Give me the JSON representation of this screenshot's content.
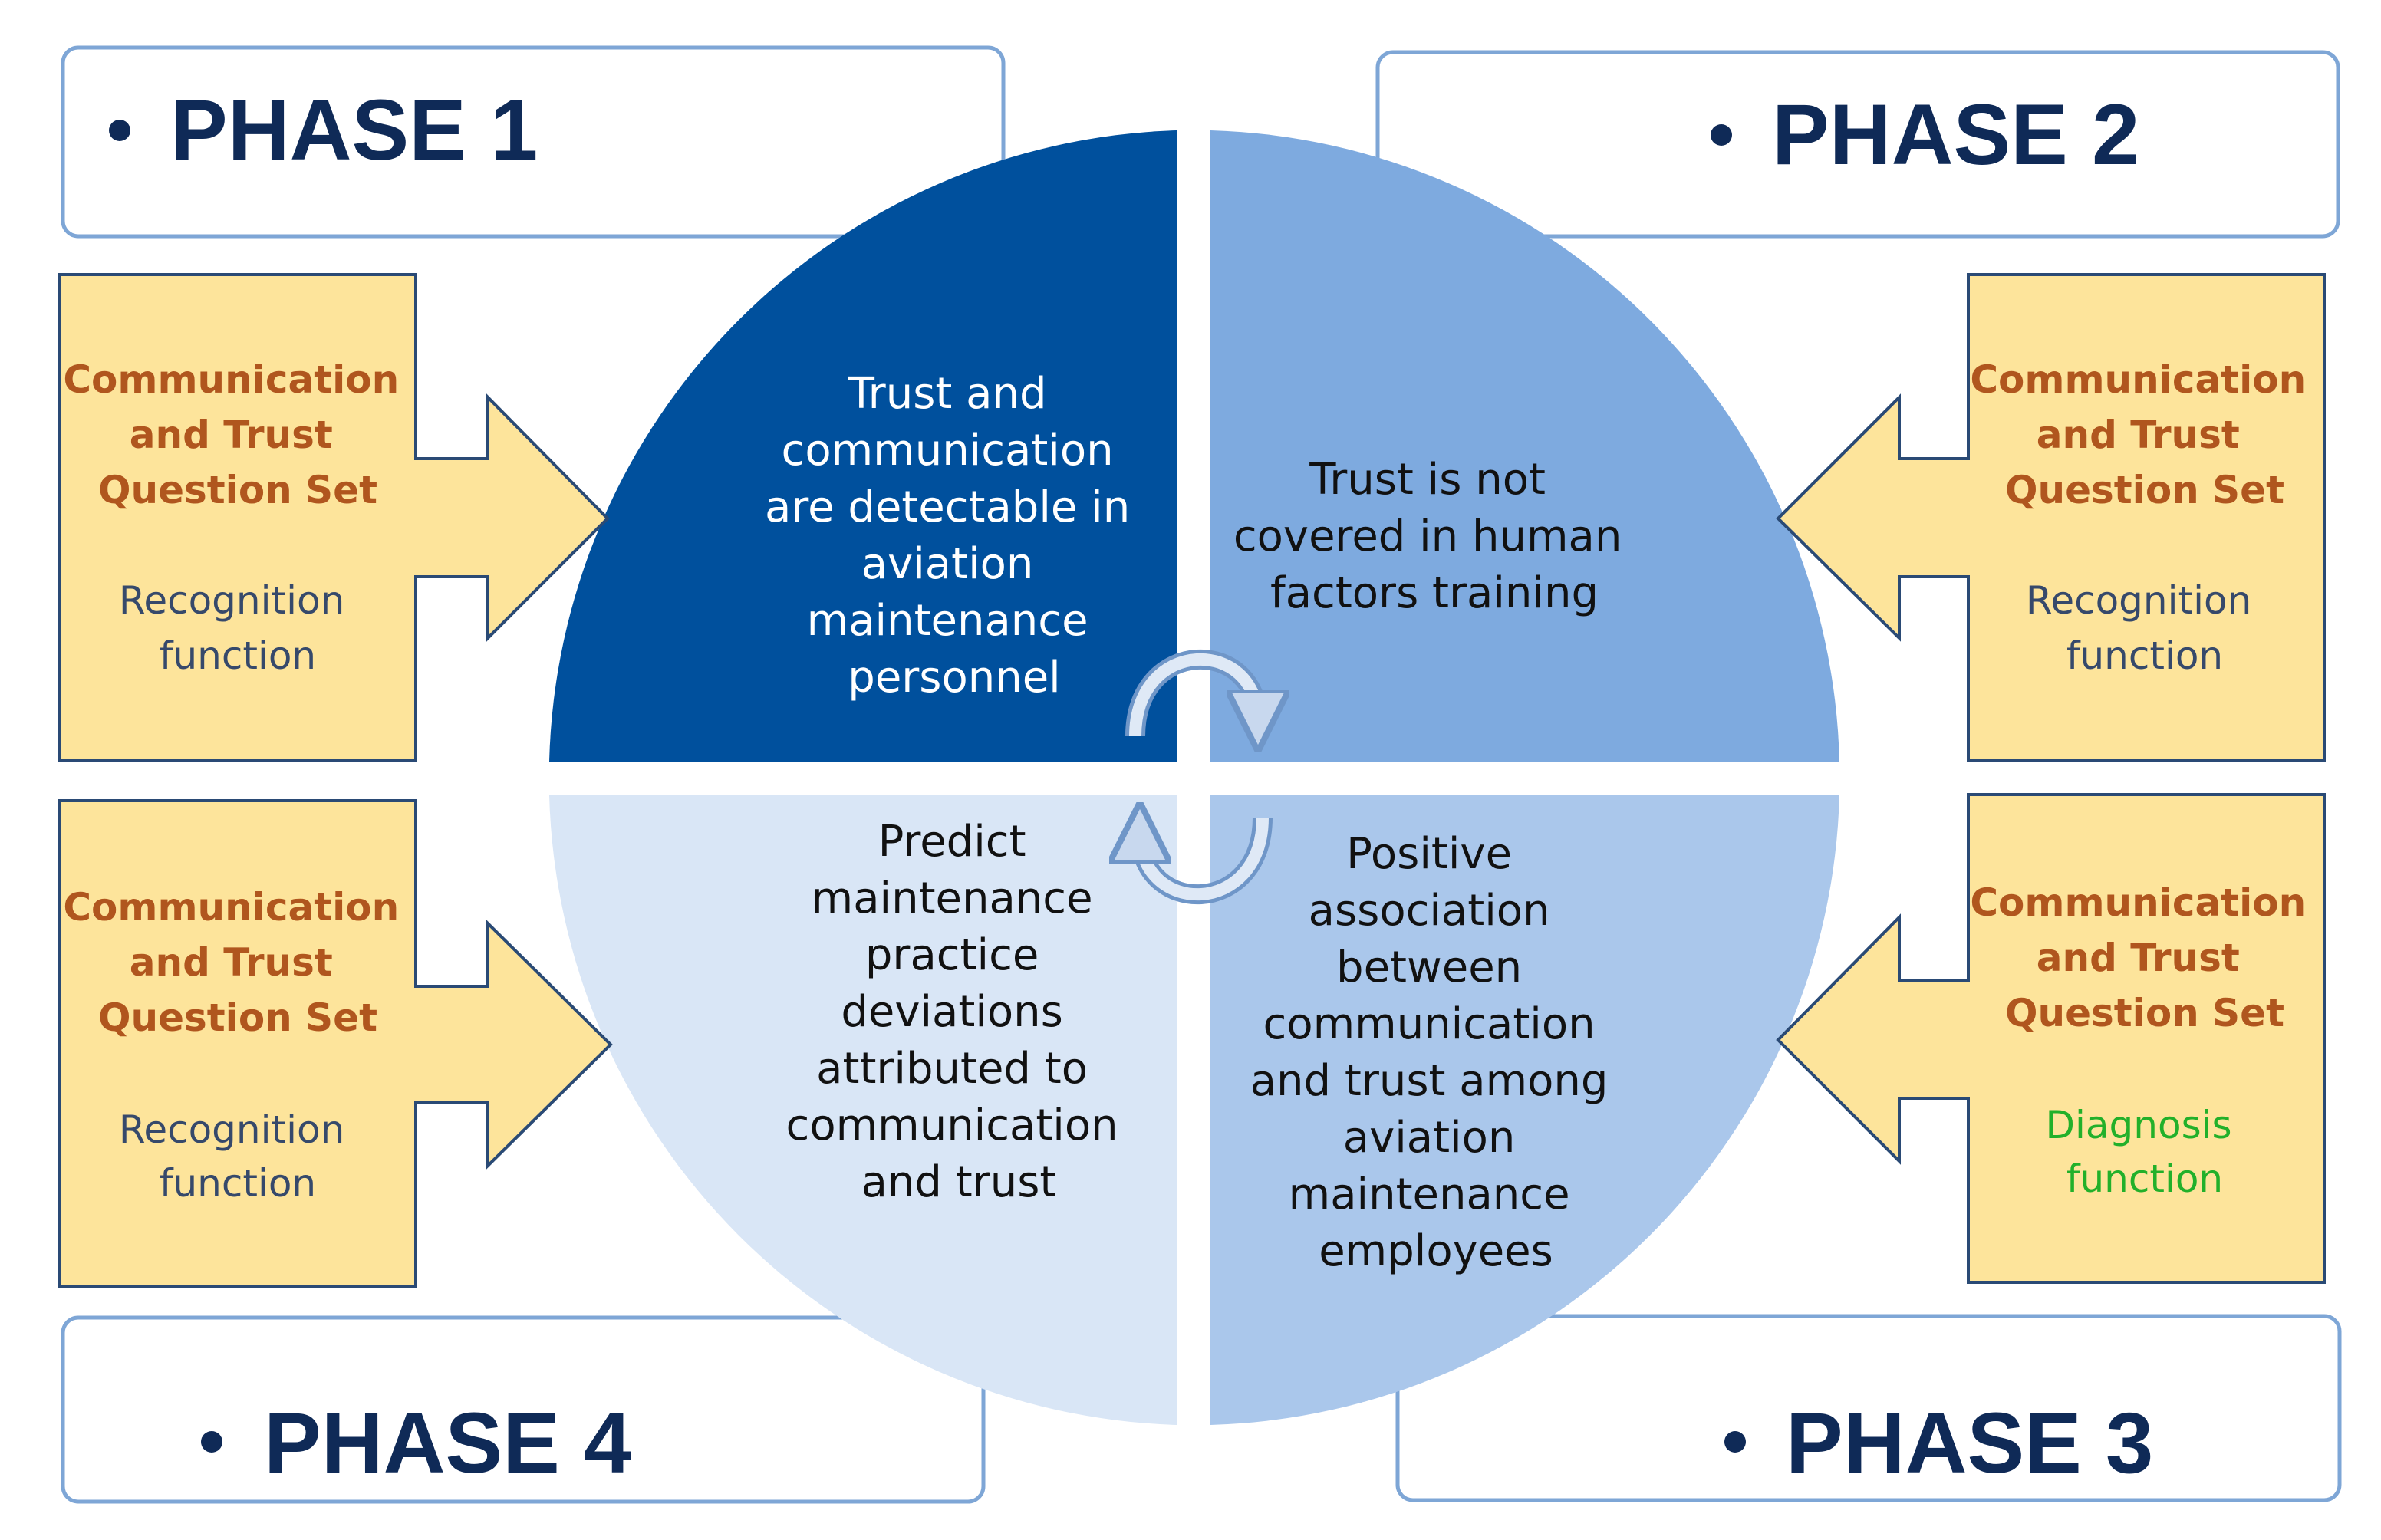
{
  "phases": [
    {
      "label": "PHASE 1"
    },
    {
      "label": "PHASE 2"
    },
    {
      "label": "PHASE 3"
    },
    {
      "label": "PHASE 4"
    }
  ],
  "quadrants": {
    "top_left": {
      "lines": [
        "Trust and",
        "communication",
        "are detectable in",
        "aviation",
        "maintenance",
        "personnel"
      ],
      "color": "#00509d"
    },
    "top_right": {
      "lines": [
        "Trust is not",
        "covered in human",
        "factors training"
      ],
      "color": "#7eaadf"
    },
    "bottom_right": {
      "lines": [
        "Positive",
        "association",
        "between",
        "communication",
        "and trust among",
        "aviation",
        "maintenance",
        "employees"
      ],
      "color": "#aac7eb"
    },
    "bottom_left": {
      "lines": [
        "Predict",
        "maintenance",
        "practice",
        "deviations",
        "attributed to",
        "communication",
        "and trust"
      ],
      "color": "#d9e6f6"
    }
  },
  "cards": {
    "top_left": {
      "heading": [
        "Communication",
        "and Trust",
        "Question Set"
      ],
      "function": [
        "Recognition",
        "function"
      ]
    },
    "top_right": {
      "heading": [
        "Communication",
        "and Trust",
        "Question Set"
      ],
      "function": [
        "Recognition",
        "function"
      ]
    },
    "bottom_left": {
      "heading": [
        "Communication",
        "and Trust",
        "Question Set"
      ],
      "function": [
        "Recognition",
        "function"
      ]
    },
    "bottom_right": {
      "heading": [
        "Communication",
        "and Trust",
        "Question Set"
      ],
      "function": [
        "Diagnosis",
        "function"
      ]
    }
  },
  "colors": {
    "card_fill": "#fde49b",
    "card_border": "#2a4a75",
    "phase_box_border": "#7ea6d6",
    "heading_text": "#b0561e",
    "function_text": "#36496b",
    "diagnosis_text": "#22b02a",
    "phase_text": "#0f2a57"
  },
  "icons": [
    "cycle-arrow-icon",
    "cycle-arrow-icon"
  ]
}
